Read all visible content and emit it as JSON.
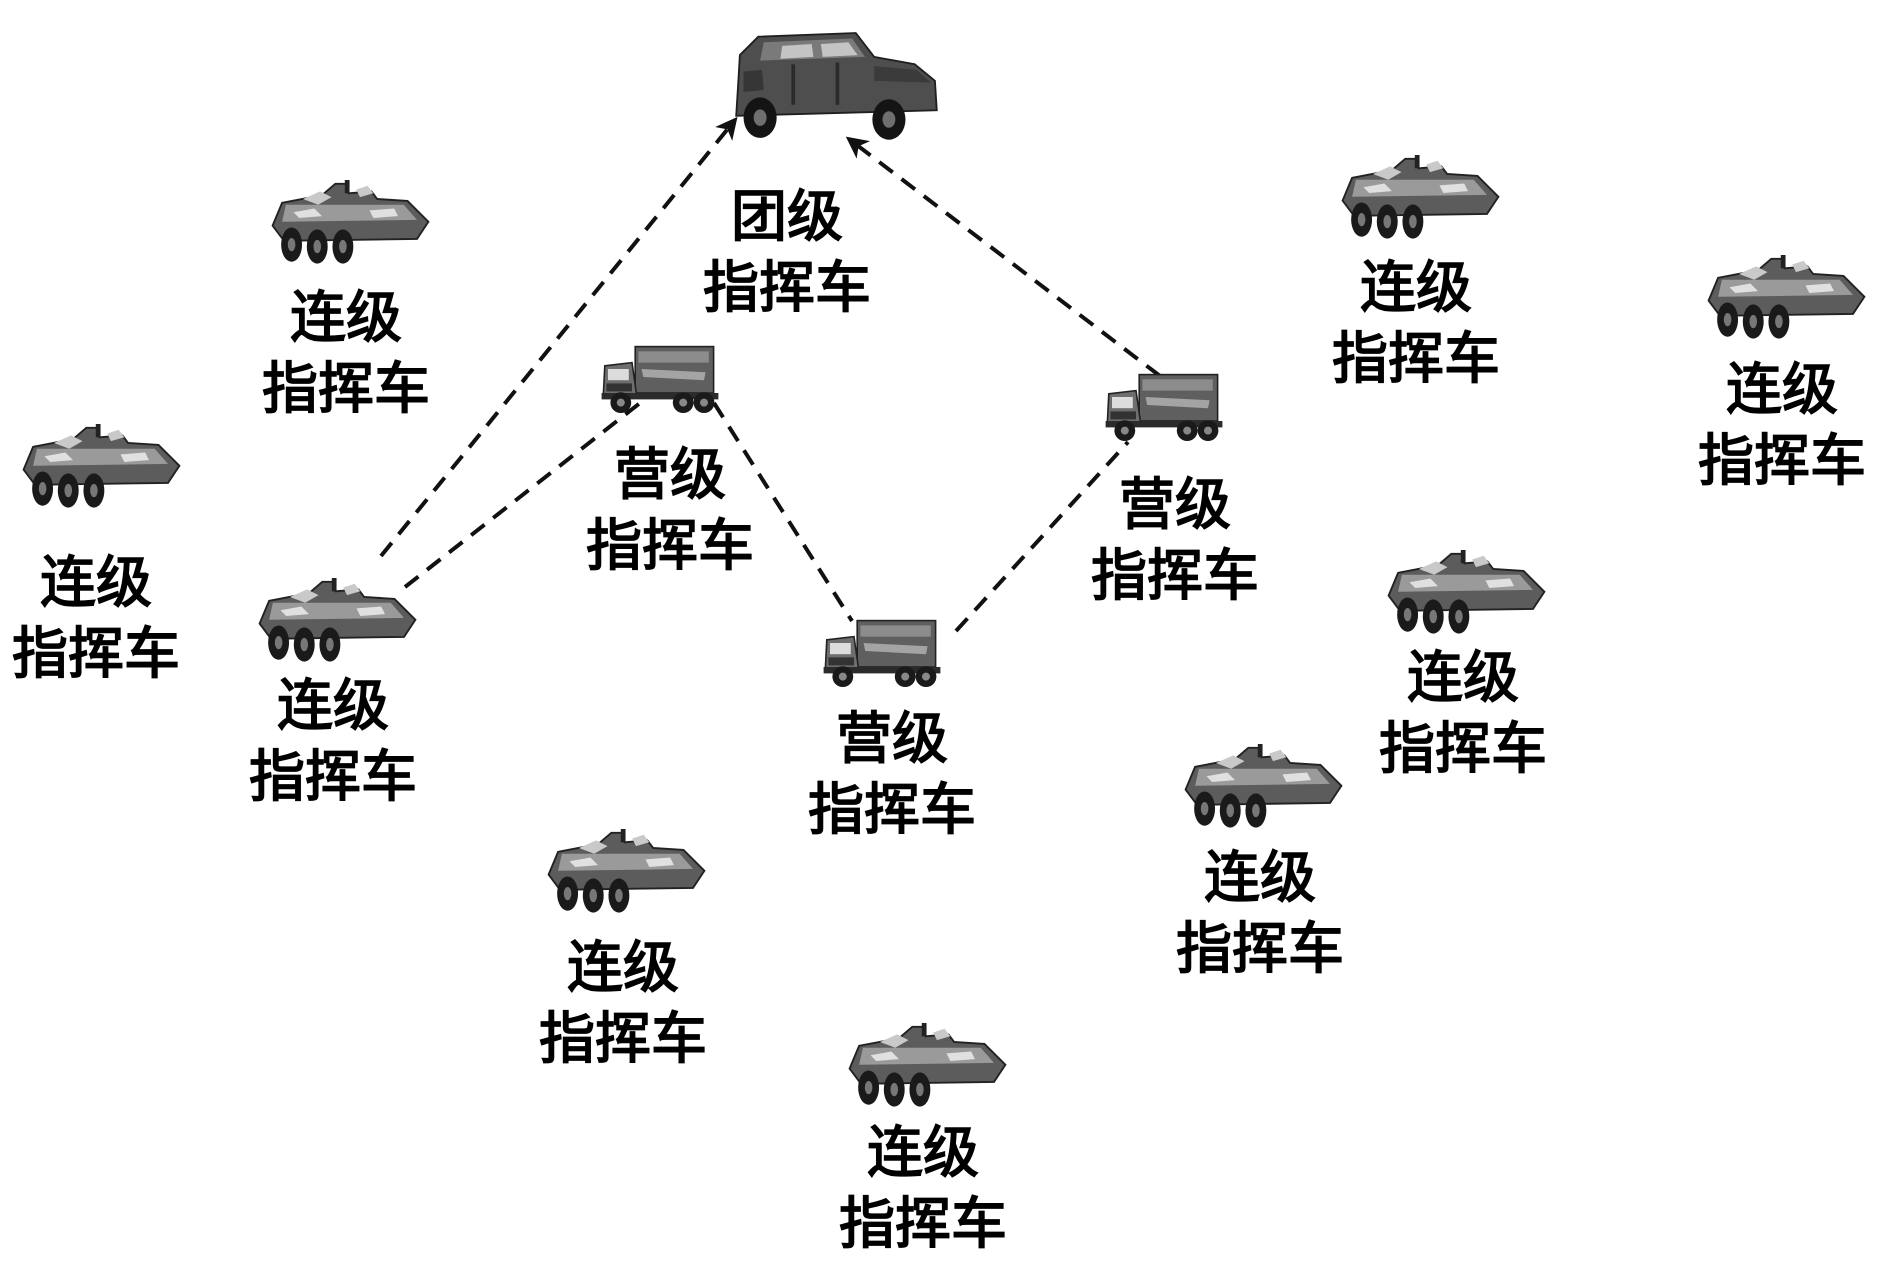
{
  "colors": {
    "line": "#111111",
    "vehicle_dark": "#2f2f2f",
    "vehicle_mid": "#6a6a6a",
    "vehicle_light": "#b8b8b8"
  },
  "vehicles": [
    {
      "id": "regiment",
      "type": "humvee",
      "icon": "humvee-icon",
      "line1": "团级",
      "line2": "指挥车"
    },
    {
      "id": "battalion-1",
      "type": "truck",
      "icon": "truck-icon",
      "line1": "营级",
      "line2": "指挥车"
    },
    {
      "id": "battalion-2",
      "type": "truck",
      "icon": "truck-icon",
      "line1": "营级",
      "line2": "指挥车"
    },
    {
      "id": "battalion-3",
      "type": "truck",
      "icon": "truck-icon",
      "line1": "营级",
      "line2": "指挥车"
    },
    {
      "id": "company-1",
      "type": "apc",
      "icon": "apc-icon",
      "line1": "连级",
      "line2": "指挥车"
    },
    {
      "id": "company-2",
      "type": "apc",
      "icon": "apc-icon",
      "line1": "连级",
      "line2": "指挥车"
    },
    {
      "id": "company-3",
      "type": "apc",
      "icon": "apc-icon",
      "line1": "连级",
      "line2": "指挥车"
    },
    {
      "id": "company-4",
      "type": "apc",
      "icon": "apc-icon",
      "line1": "连级",
      "line2": "指挥车"
    },
    {
      "id": "company-5",
      "type": "apc",
      "icon": "apc-icon",
      "line1": "连级",
      "line2": "指挥车"
    },
    {
      "id": "company-6",
      "type": "apc",
      "icon": "apc-icon",
      "line1": "连级",
      "line2": "指挥车"
    },
    {
      "id": "company-7",
      "type": "apc",
      "icon": "apc-icon",
      "line1": "连级",
      "line2": "指挥车"
    },
    {
      "id": "company-8",
      "type": "apc",
      "icon": "apc-icon",
      "line1": "连级",
      "line2": "指挥车"
    },
    {
      "id": "company-9",
      "type": "apc",
      "icon": "apc-icon",
      "line1": "连级",
      "line2": "指挥车"
    },
    {
      "id": "company-10",
      "type": "apc",
      "icon": "apc-icon",
      "line1": "连级",
      "line2": "指挥车"
    }
  ],
  "links": [
    {
      "from": "company-2",
      "to": "regiment",
      "style": "dashed",
      "arrow": true
    },
    {
      "from": "company-2",
      "to": "battalion-1",
      "style": "dashed",
      "arrow": false
    },
    {
      "from": "battalion-1",
      "to": "battalion-2",
      "style": "dashed",
      "arrow": false
    },
    {
      "from": "battalion-2",
      "to": "battalion-3",
      "style": "dashed",
      "arrow": false
    },
    {
      "from": "battalion-3",
      "to": "regiment",
      "style": "dashed",
      "arrow": true
    }
  ]
}
